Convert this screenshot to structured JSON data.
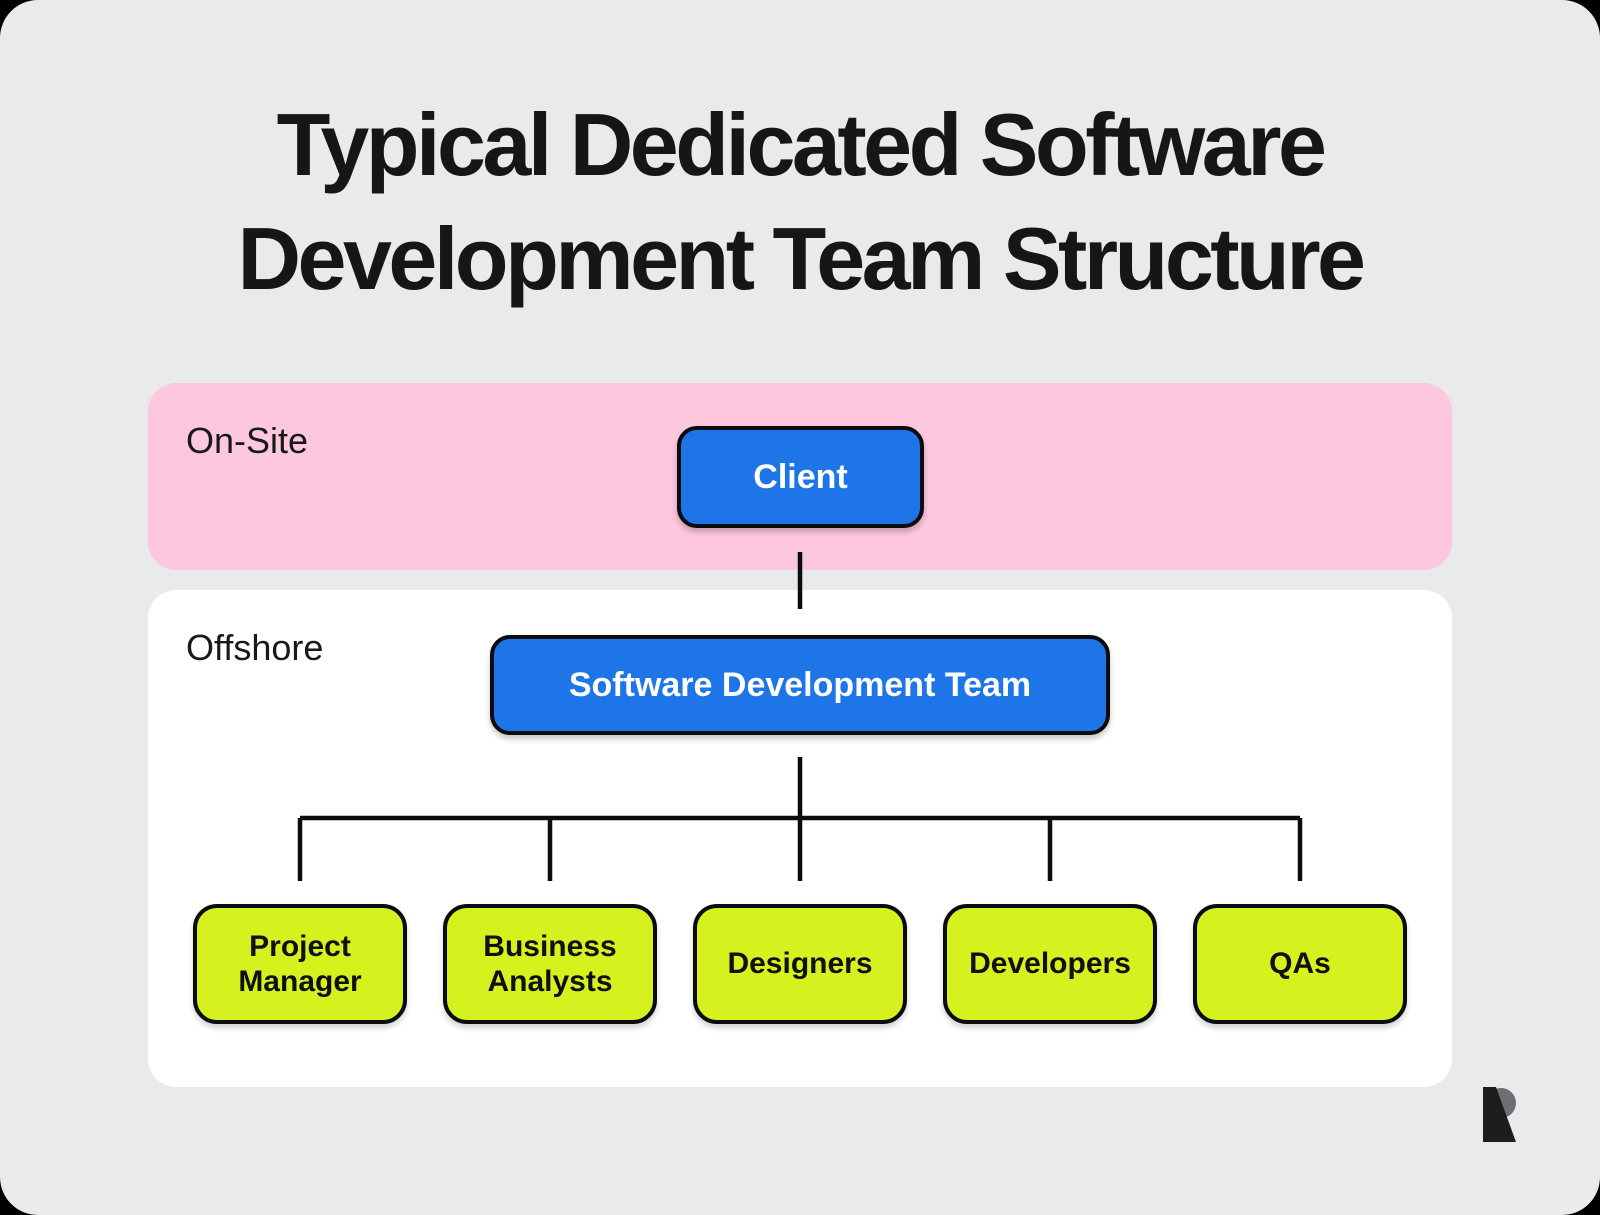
{
  "page": {
    "background_color": "#000000",
    "canvas_color": "#e9eaec"
  },
  "title": {
    "line1": "Typical Dedicated Software",
    "line2": "Development Team Structure",
    "color": "#161616"
  },
  "sections": {
    "onsite": {
      "label": "On-Site",
      "color": "#fdc7de"
    },
    "offshore": {
      "label": "Offshore",
      "color": "#ffffff"
    }
  },
  "nodes": {
    "client": {
      "label": "Client",
      "color": "#1d75e8",
      "text_color": "#ffffff"
    },
    "team": {
      "label": "Software Development Team",
      "color": "#1d75e8",
      "text_color": "#ffffff"
    }
  },
  "roles": [
    {
      "label": "Project Manager"
    },
    {
      "label": "Business Analysts"
    },
    {
      "label": "Designers"
    },
    {
      "label": "Developers"
    },
    {
      "label": "QAs"
    }
  ],
  "role_box_color": "#d6f21e",
  "connector_color": "#0b0c0d",
  "logo": {
    "name": "brand-logo-r",
    "dark_color": "#1b1d1f",
    "gray_color": "#6d6f73"
  }
}
